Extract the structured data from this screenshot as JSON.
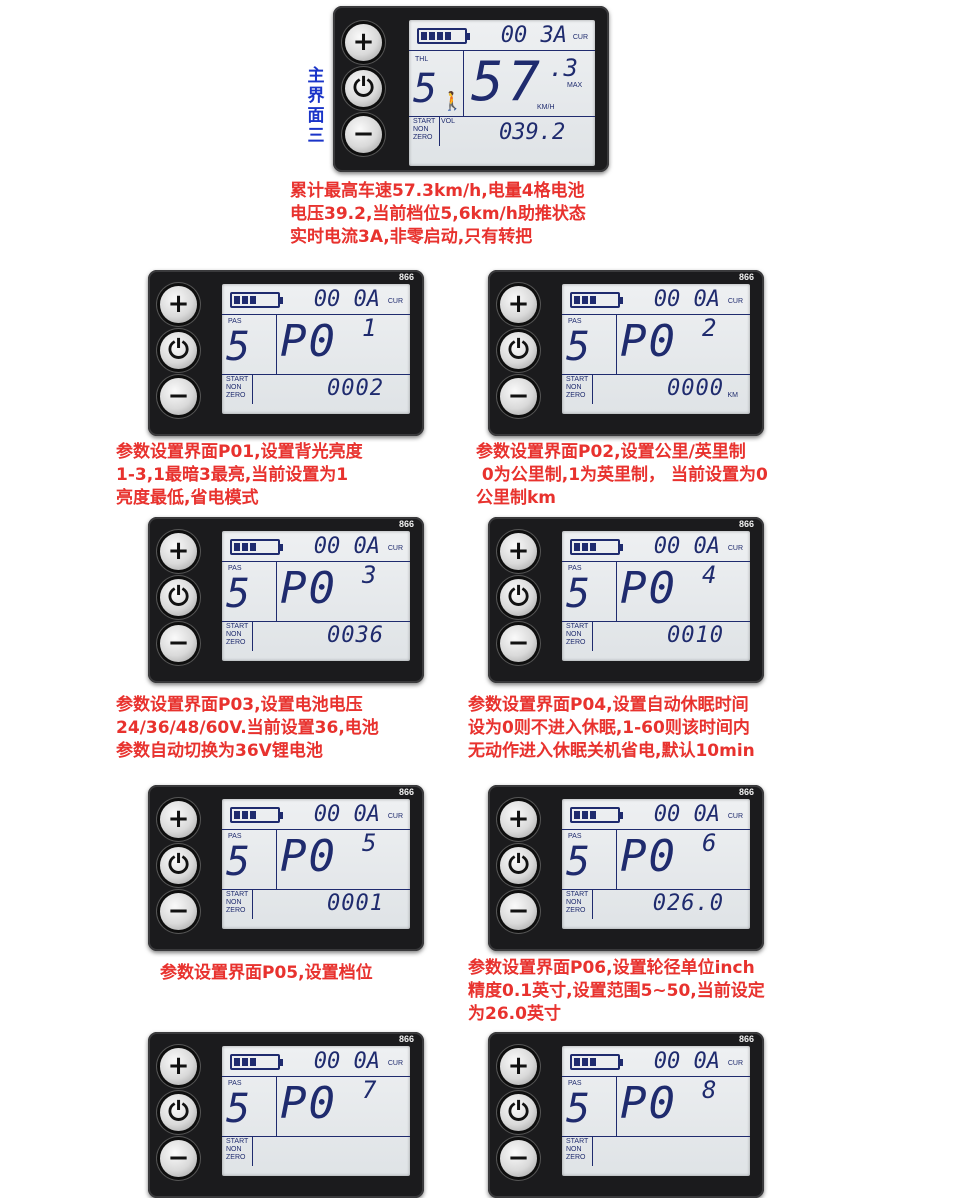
{
  "main": {
    "side_label": "主界面三",
    "current": "00 3A",
    "cur_unit": "CUR",
    "thl": "THL",
    "level": "5",
    "speed": "57",
    "speed_dec": ".3",
    "max": "MAX",
    "kmh": "KM/H",
    "start": "START",
    "non": "NON",
    "zero": "ZERO",
    "vol": "VOL",
    "voltage": "039.2",
    "caption": "累计最高车速57.3km/h,电量4格电池\n电压39.2,当前档位5,6km/h助推状态\n实时电流3A,非零启动,只有转把"
  },
  "common": {
    "model": "866",
    "current": "00 0A",
    "cur_unit": "CUR",
    "pas": "PAS",
    "level": "5",
    "start": "START",
    "non": "NON",
    "zero": "ZERO",
    "code_prefix": "P0"
  },
  "panels": [
    {
      "num": "1",
      "value": "0002",
      "unit": "",
      "caption": "参数设置界面P01,设置背光亮度\n1-3,1最暗3最亮,当前设置为1\n亮度最低,省电模式"
    },
    {
      "num": "2",
      "value": "0000",
      "unit": "KM",
      "caption": "参数设置界面P02,设置公里/英里制\n 0为公里制,1为英里制， 当前设置为0\n公里制km"
    },
    {
      "num": "3",
      "value": "0036",
      "unit": "",
      "caption": "参数设置界面P03,设置电池电压\n24/36/48/60V.当前设置36,电池\n参数自动切换为36V锂电池"
    },
    {
      "num": "4",
      "value": "0010",
      "unit": "",
      "caption": "参数设置界面P04,设置自动休眠时间\n设为0则不进入休眠,1-60则该时间内\n无动作进入休眠关机省电,默认10min"
    },
    {
      "num": "5",
      "value": "0001",
      "unit": "",
      "caption": "参数设置界面P05,设置档位"
    },
    {
      "num": "6",
      "value": "026.0",
      "unit": "",
      "caption": "参数设置界面P06,设置轮径单位inch\n精度0.1英寸,设置范围5~50,当前设定\n为26.0英寸"
    },
    {
      "num": "7",
      "value": "",
      "unit": "",
      "caption": ""
    },
    {
      "num": "8",
      "value": "",
      "unit": "",
      "caption": ""
    }
  ],
  "colors": {
    "caption": "#e8322e",
    "side_label": "#1a34c8",
    "lcd_segments": "#1f2b6e",
    "device_body": "#1b1b1d"
  },
  "icons": [
    "plus-button-icon",
    "power-button-icon",
    "minus-button-icon",
    "battery-icon",
    "walk-assist-icon"
  ]
}
